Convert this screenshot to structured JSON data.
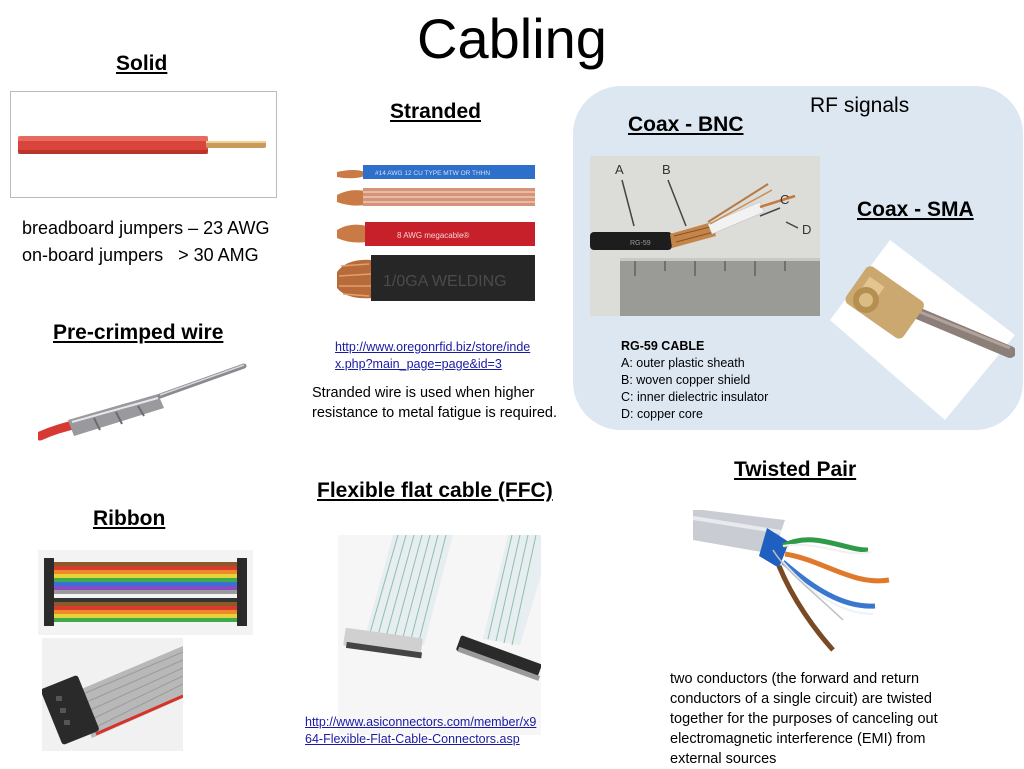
{
  "slide": {
    "title": "Cabling"
  },
  "solid": {
    "heading": "Solid",
    "lines": [
      "breadboard jumpers – 23 AWG",
      "on-board jumpers   > 30 AMG"
    ]
  },
  "stranded": {
    "heading": "Stranded",
    "image_labels": [
      "#14 AWG 12 CU TYPE MTW OR THHN",
      "8  AWG   megacable®",
      "1/0GA WELDING"
    ],
    "link_line1": "http://www.oregonrfid.biz/store/inde",
    "link_line2": "x.php?main_page=page&id=3",
    "caption_line1": "Stranded wire is used when higher",
    "caption_line2": "resistance to metal fatigue is required."
  },
  "rf": {
    "label": "RF signals",
    "bnc_heading": "Coax - BNC",
    "sma_heading": "Coax - SMA",
    "photo_letters": [
      "A",
      "B",
      "C",
      "D"
    ],
    "photo_print": "RG-59",
    "legend_title": "RG-59 CABLE",
    "legend": [
      "A: outer plastic sheath",
      "B: woven copper shield",
      "C: inner dielectric insulator",
      "D: copper core"
    ]
  },
  "precrimped": {
    "heading": "Pre-crimped wire"
  },
  "ribbon": {
    "heading": "Ribbon"
  },
  "ffc": {
    "heading": "Flexible flat cable (FFC)",
    "link_line1": "http://www.asiconnectors.com/member/x9",
    "link_line2": "64-Flexible-Flat-Cable-Connectors.asp"
  },
  "twisted": {
    "heading": "Twisted Pair",
    "caption": [
      "two conductors (the forward and return",
      "conductors of a single circuit) are twisted",
      "together for the purposes of canceling out",
      "electromagnetic interference (EMI) from",
      "external sources"
    ]
  },
  "colors": {
    "rf_box": "#dde7f2",
    "link": "#1a1aa6",
    "solid_wire": "#d9453d",
    "copper": "#c97a45"
  }
}
